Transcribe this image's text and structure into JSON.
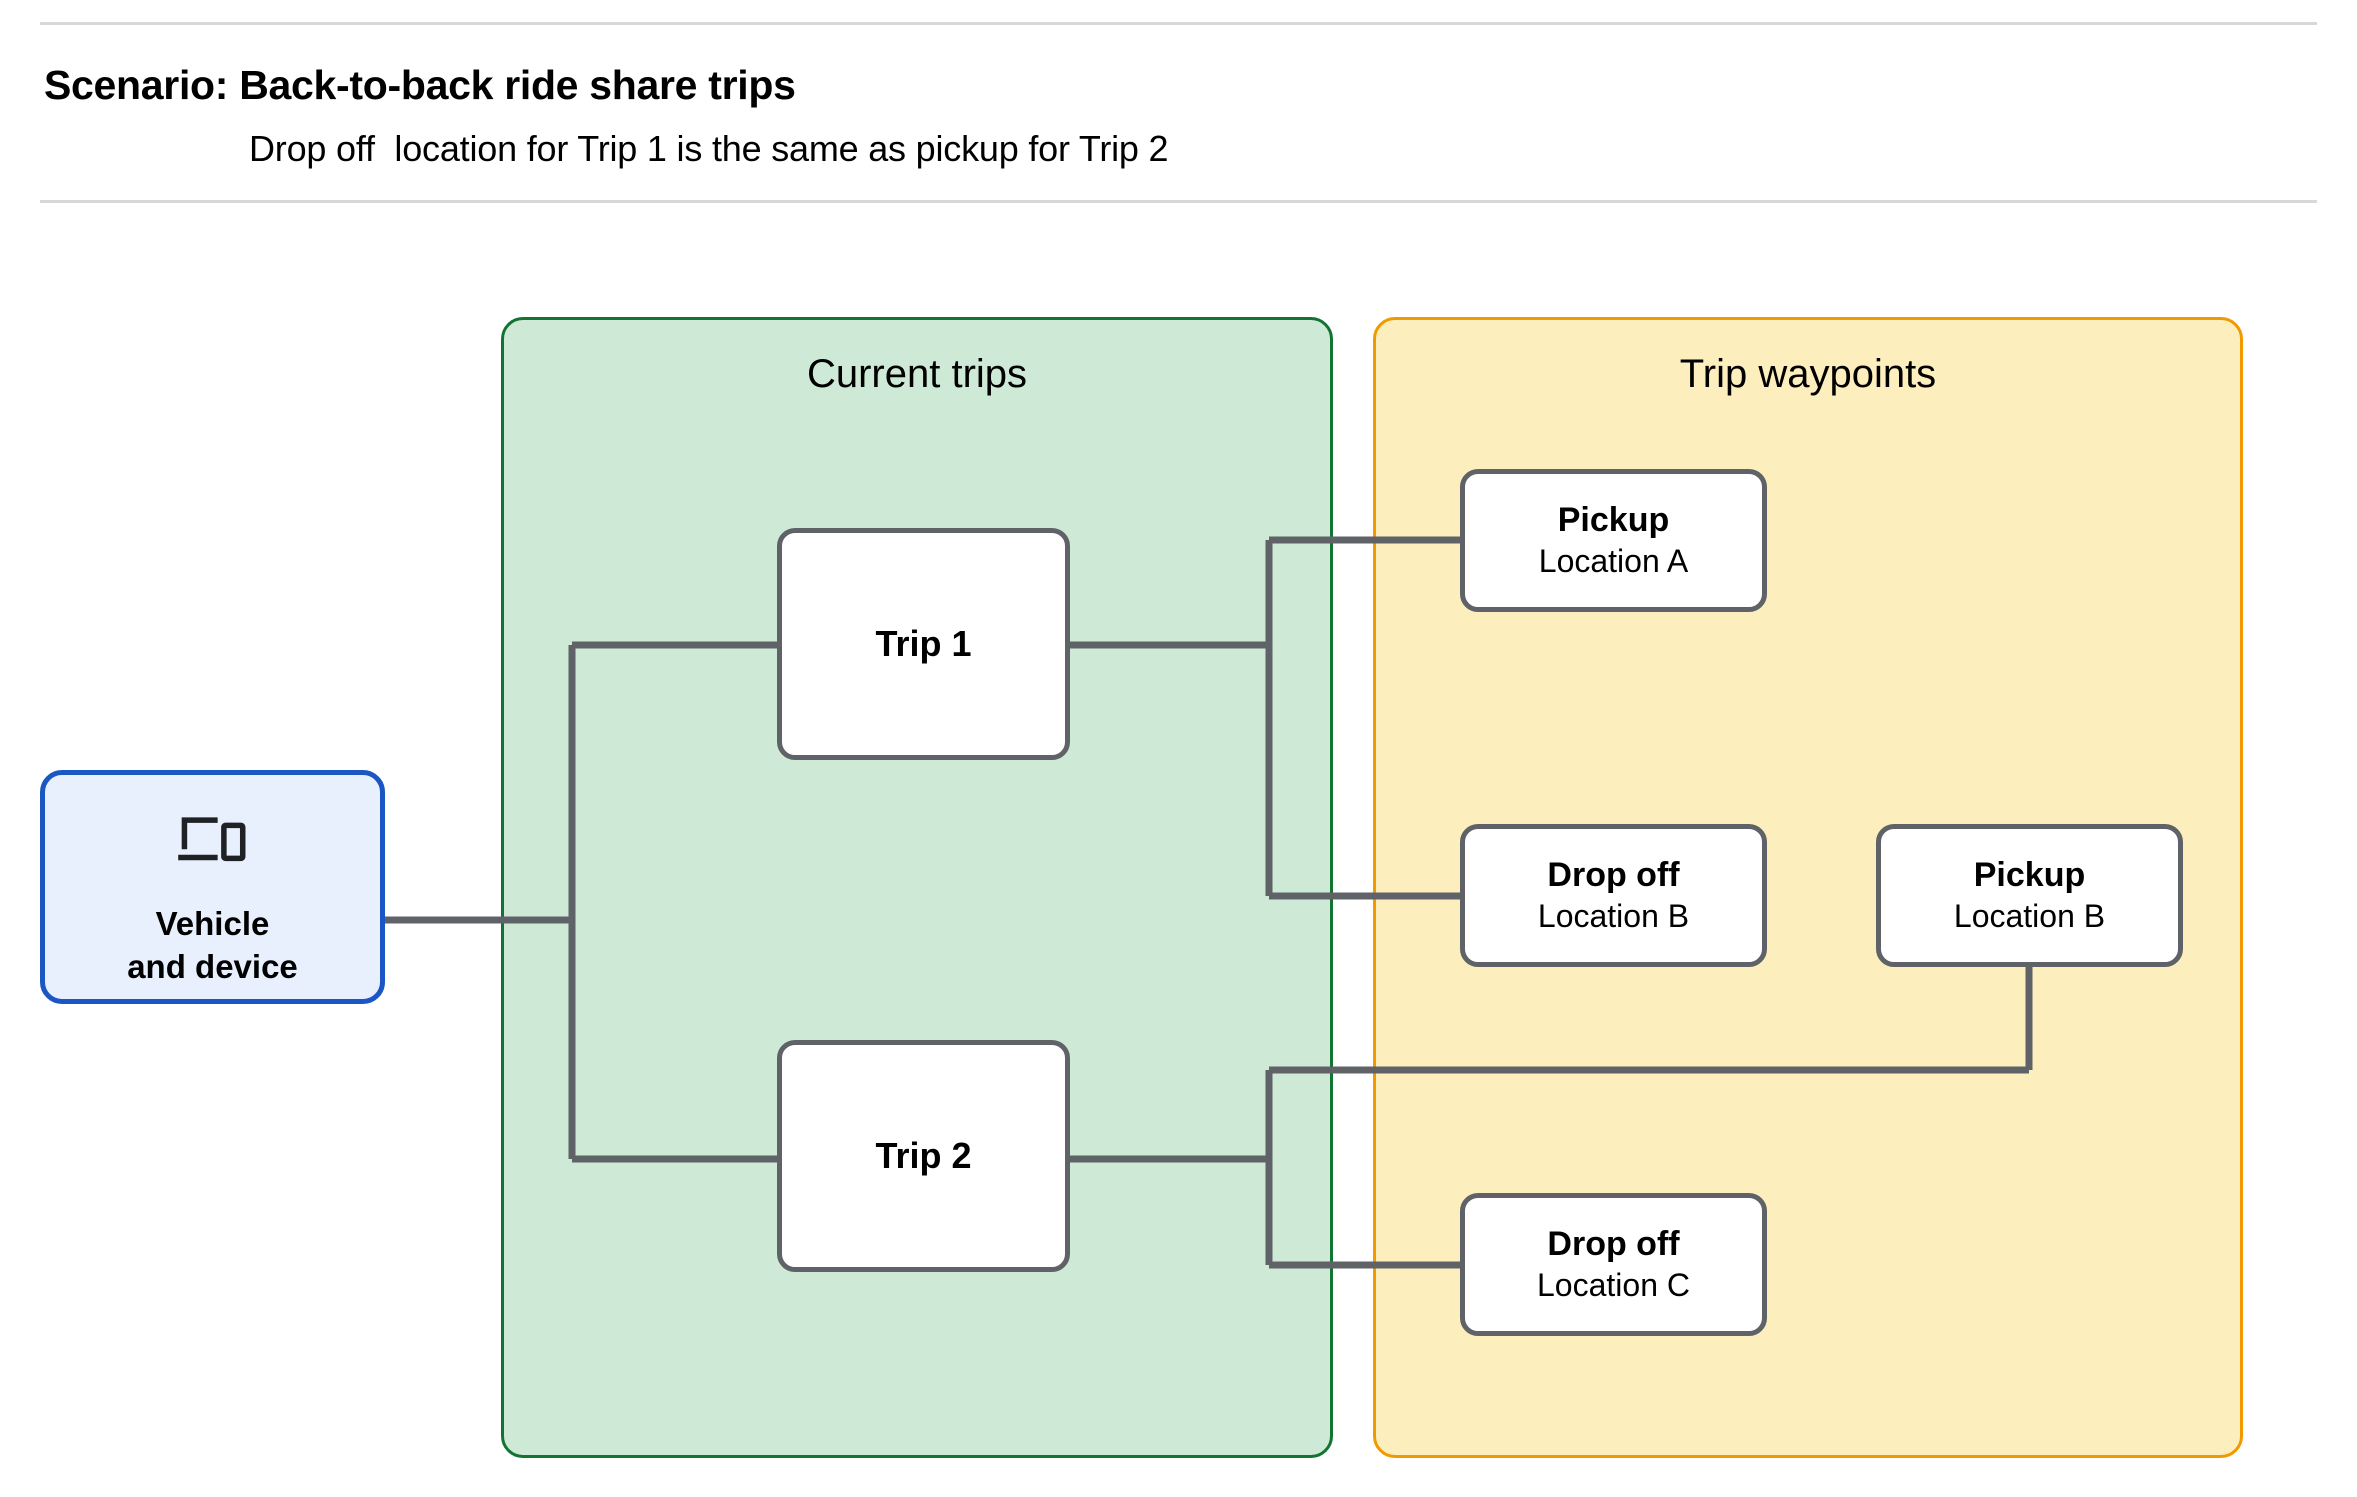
{
  "header": {
    "title": "Scenario: Back-to-back ride share trips",
    "subtitle": "Drop off  location for Trip 1 is the same as pickup for Trip 2"
  },
  "groups": {
    "current_trips": {
      "title": "Current trips",
      "fill": "#ceead6",
      "stroke": "#137333"
    },
    "trip_waypoints": {
      "title": "Trip waypoints",
      "fill": "#fdeebe",
      "stroke": "#f29900"
    }
  },
  "vehicle": {
    "label": "Vehicle\nand device",
    "icon": "devices-icon",
    "fill": "#e8f0fe",
    "stroke": "#1a56c4"
  },
  "trips": [
    {
      "label": "Trip 1"
    },
    {
      "label": "Trip 2"
    }
  ],
  "waypoints": [
    {
      "title": "Pickup",
      "sub": "Location A"
    },
    {
      "title": "Drop off",
      "sub": "Location B"
    },
    {
      "title": "Pickup",
      "sub": "Location B"
    },
    {
      "title": "Drop off",
      "sub": "Location C"
    }
  ],
  "colors": {
    "node_stroke": "#5f6368",
    "node_fill": "#ffffff",
    "wire": "#5f6368",
    "rule": "#d8d8d8"
  }
}
